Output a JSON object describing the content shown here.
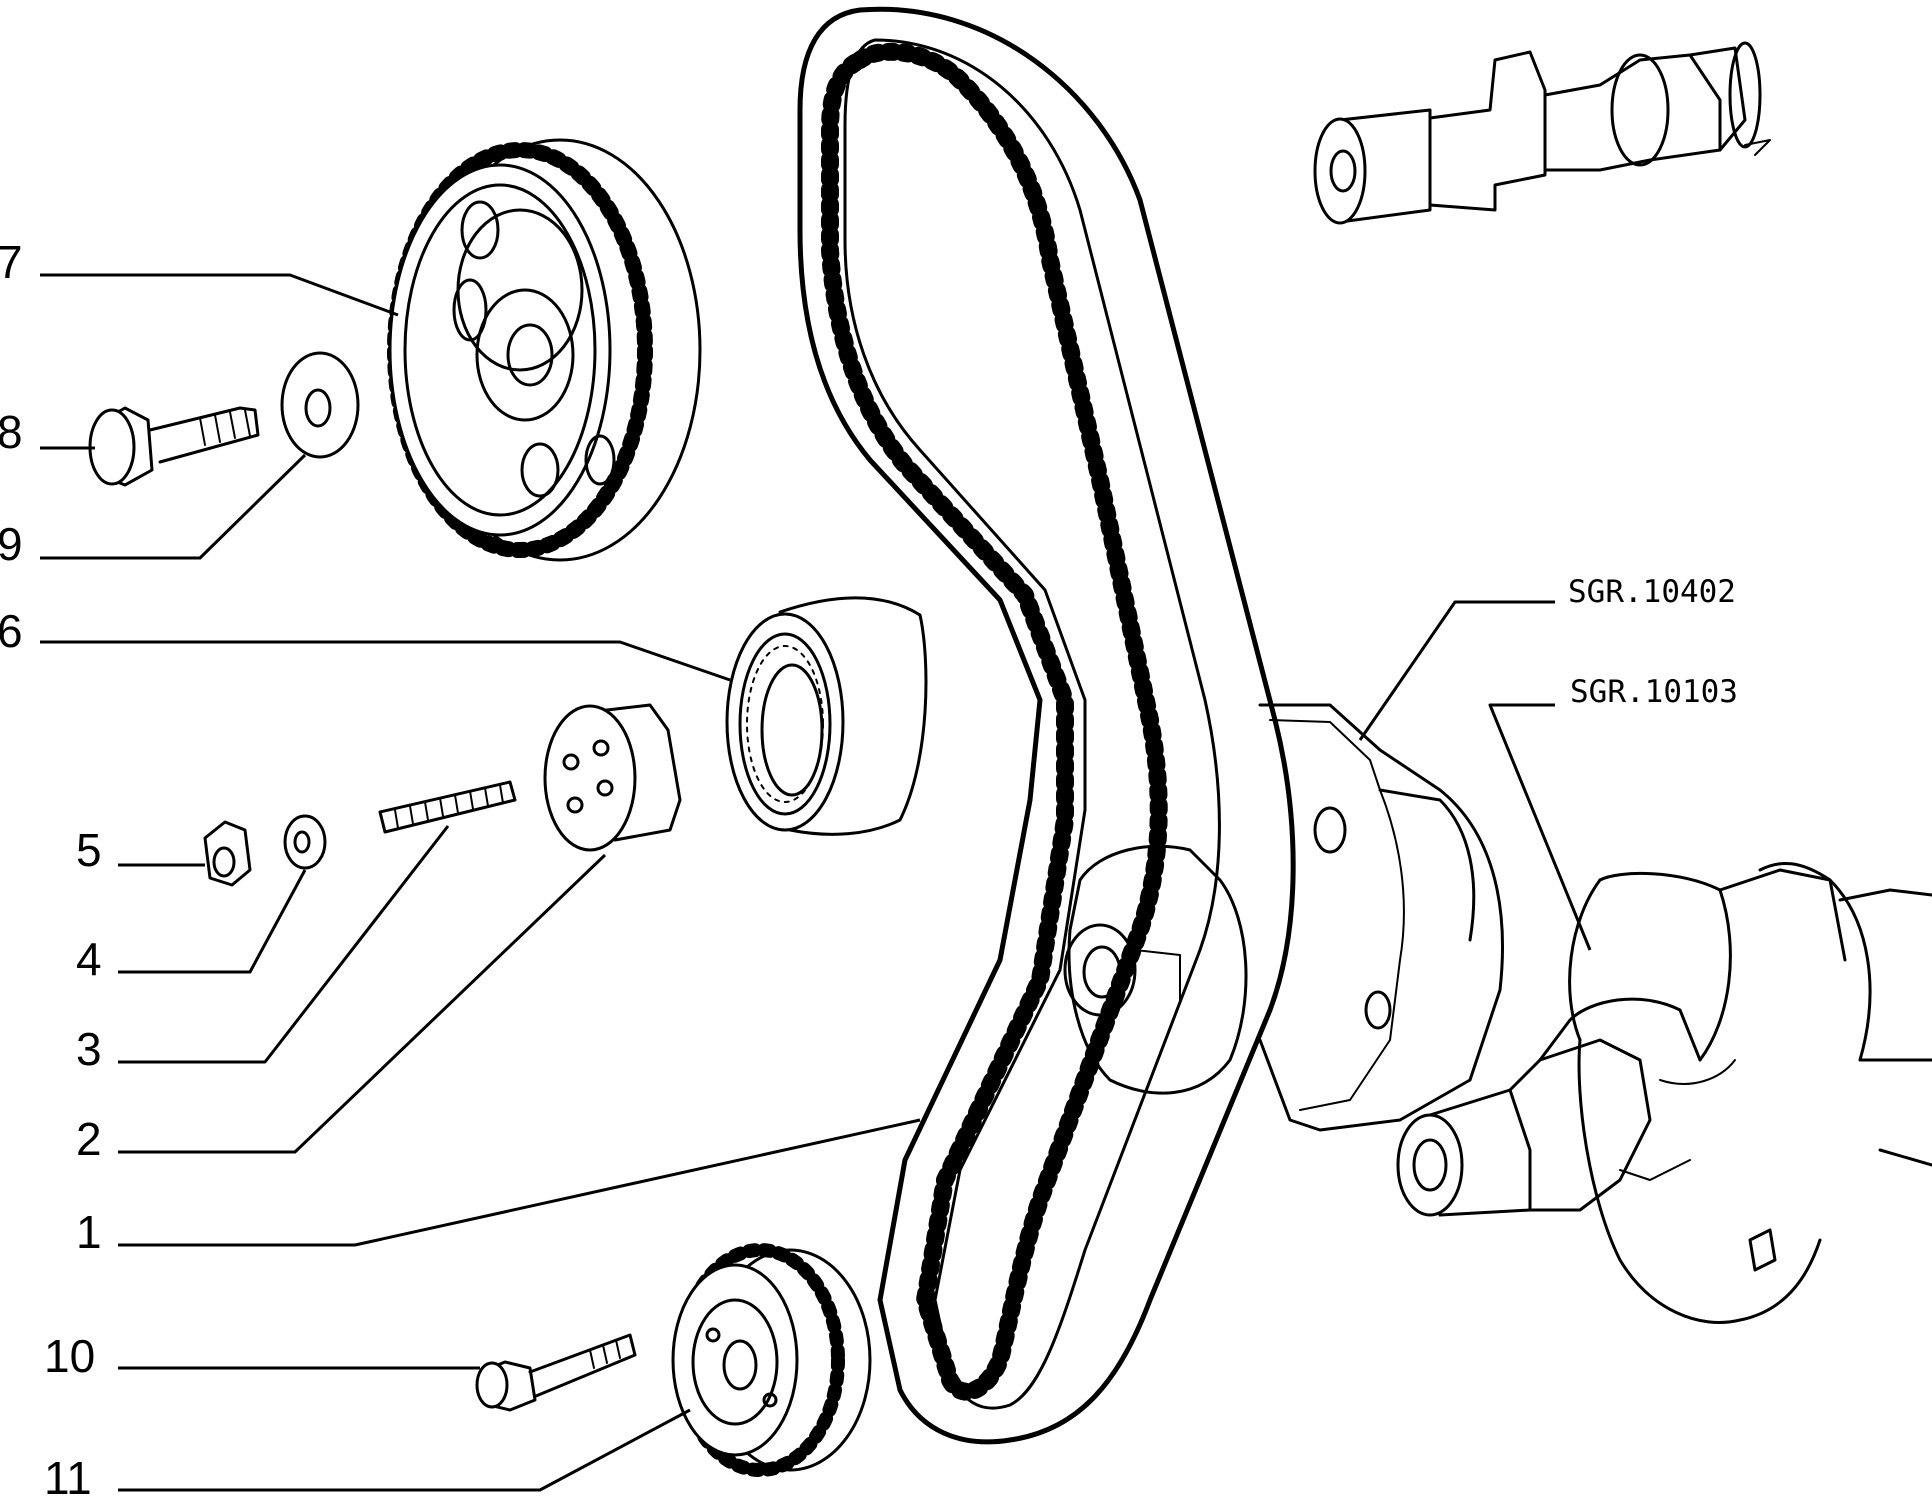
{
  "callouts": {
    "c1": "1",
    "c2": "2",
    "c3": "3",
    "c4": "4",
    "c5": "5",
    "c6": "6",
    "c7": "7",
    "c8": "8",
    "c9": "9",
    "c10": "10",
    "c11": "11"
  },
  "references": {
    "r1": "SGR.10402",
    "r2": "SGR.10103"
  }
}
